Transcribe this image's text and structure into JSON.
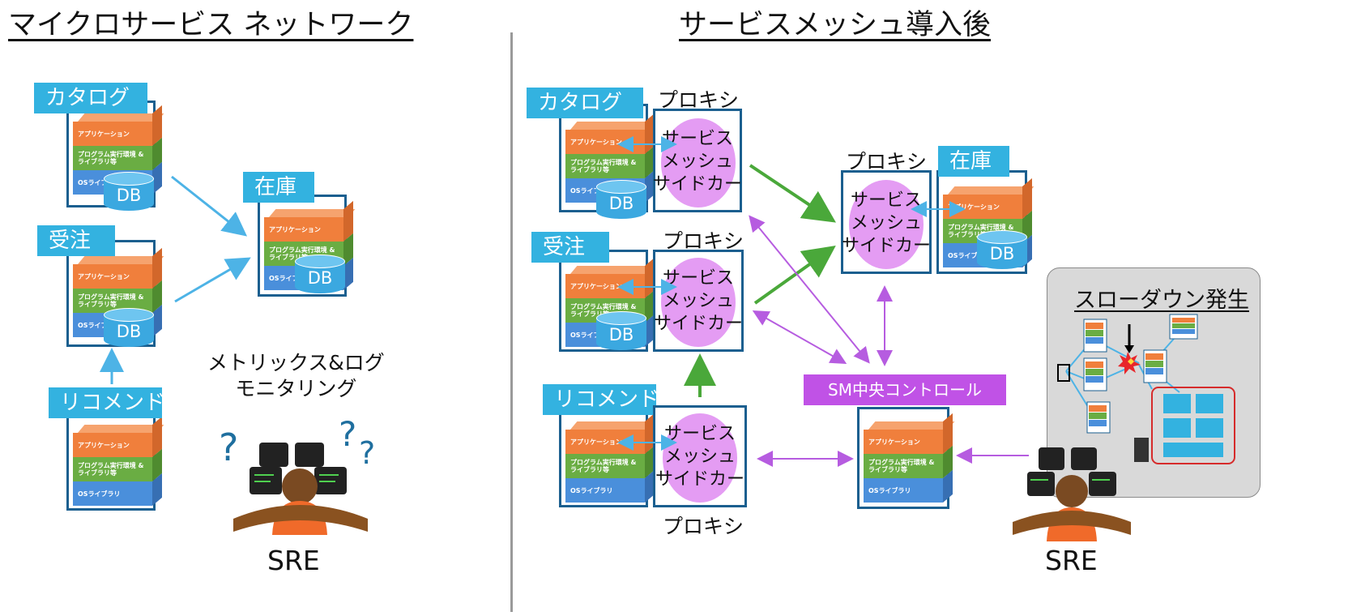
{
  "titles": {
    "left": "マイクロサービス ネットワーク",
    "right": "サービスメッシュ導入後"
  },
  "left": {
    "services": {
      "catalog": "カタログ",
      "stock": "在庫",
      "order": "受注",
      "recommend": "リコメンド"
    },
    "monitoring": "メトリックス&ログ\nモニタリング",
    "sre": "SRE"
  },
  "right": {
    "services": {
      "catalog": "カタログ",
      "stock": "在庫",
      "order": "受注",
      "recommend": "リコメンド"
    },
    "proxy": "プロキシ",
    "sidecar": "サービス\nメッシュ\nサイドカー",
    "control": "SM中央コントロール",
    "slowdown": "スローダウン発生",
    "sre": "SRE"
  },
  "stack_labels": {
    "app": "アプリケーション",
    "prog": "プログラム実行環境\n& ライブラリ等",
    "os": "OSライブラリ"
  },
  "db_label": "DB",
  "colors": {
    "blue_arrow": "#4db3e6",
    "green_arrow": "#4aa83a",
    "purple_arrow": "#b65ce0",
    "tag": "#33b2e0",
    "sm_bar": "#c052e6"
  }
}
